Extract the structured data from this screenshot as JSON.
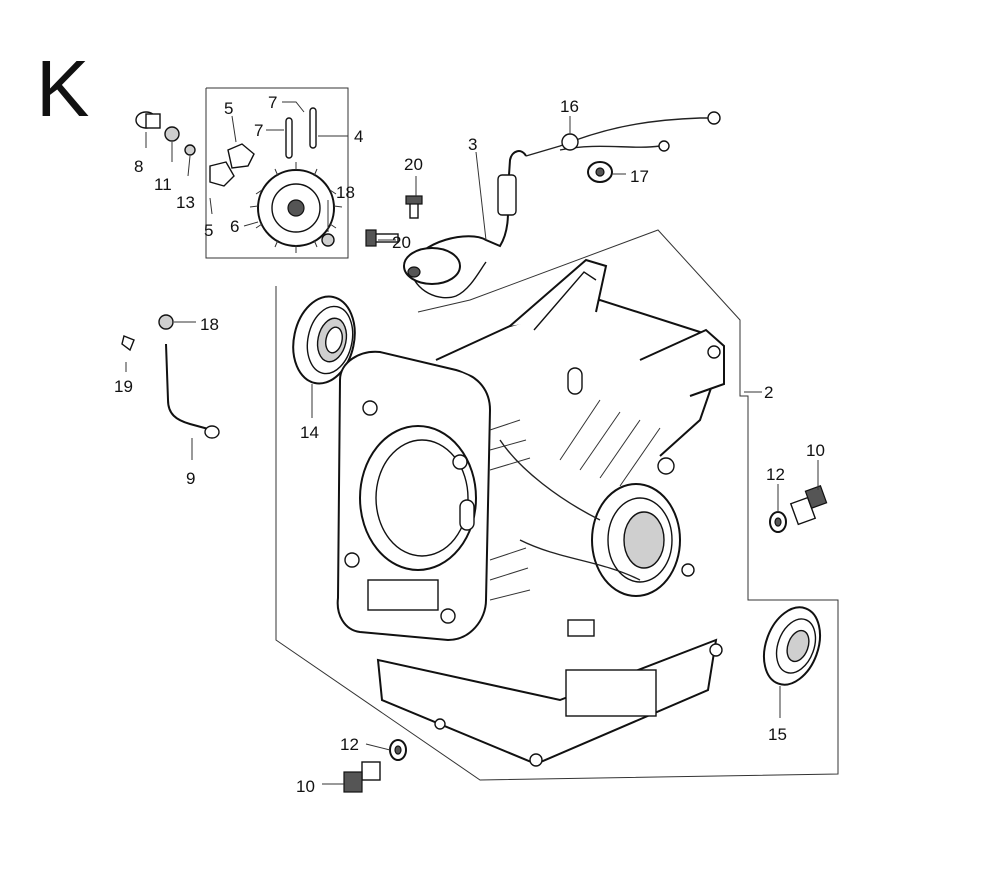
{
  "diagram": {
    "section_letter": "K",
    "callouts": [
      {
        "id": "c8",
        "label": "8"
      },
      {
        "id": "c11",
        "label": "11"
      },
      {
        "id": "c13",
        "label": "13"
      },
      {
        "id": "c5a",
        "label": "5"
      },
      {
        "id": "c5b",
        "label": "5"
      },
      {
        "id": "c7a",
        "label": "7"
      },
      {
        "id": "c7b",
        "label": "7"
      },
      {
        "id": "c4",
        "label": "4"
      },
      {
        "id": "c6",
        "label": "6"
      },
      {
        "id": "c18a",
        "label": "18"
      },
      {
        "id": "c20a",
        "label": "20"
      },
      {
        "id": "c20b",
        "label": "20"
      },
      {
        "id": "c3",
        "label": "3"
      },
      {
        "id": "c16",
        "label": "16"
      },
      {
        "id": "c17",
        "label": "17"
      },
      {
        "id": "c18b",
        "label": "18"
      },
      {
        "id": "c19",
        "label": "19"
      },
      {
        "id": "c9",
        "label": "9"
      },
      {
        "id": "c14",
        "label": "14"
      },
      {
        "id": "c2",
        "label": "2"
      },
      {
        "id": "c12a",
        "label": "12"
      },
      {
        "id": "c10a",
        "label": "10"
      },
      {
        "id": "c15",
        "label": "15"
      },
      {
        "id": "c12b",
        "label": "12"
      },
      {
        "id": "c10b",
        "label": "10"
      }
    ]
  }
}
